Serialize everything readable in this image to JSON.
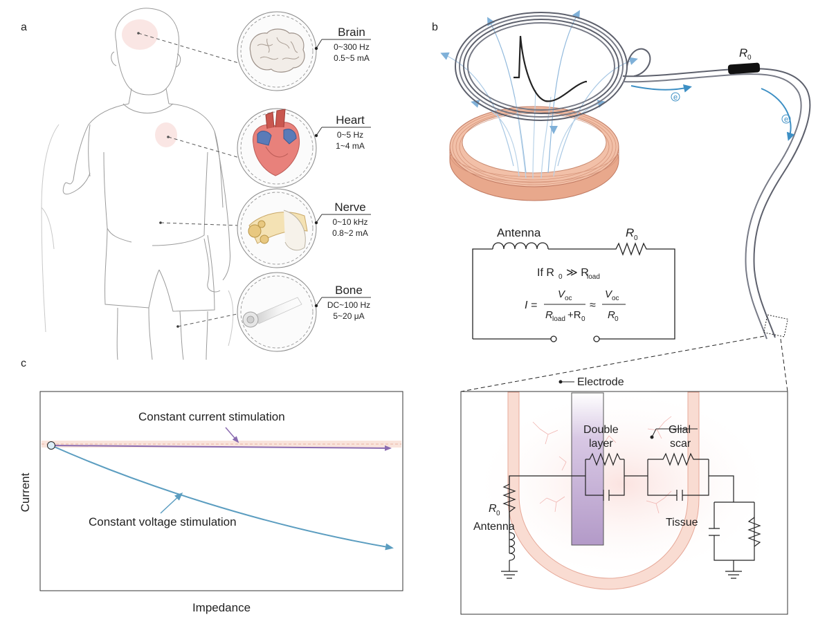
{
  "panels": {
    "a": "a",
    "b": "b",
    "c": "c"
  },
  "organs": [
    {
      "name": "Brain",
      "freq": "0~300 Hz",
      "amp": "0.5~5 mA"
    },
    {
      "name": "Heart",
      "freq": "0~5 Hz",
      "amp": "1~4 mA"
    },
    {
      "name": "Nerve",
      "freq": "0~10 kHz",
      "amp": "0.8~2 mA"
    },
    {
      "name": "Bone",
      "freq": "DC~100 Hz",
      "amp": "5~20 μA"
    }
  ],
  "coil": {
    "resistor_label": "R",
    "resistor_sub": "0",
    "electron": "e"
  },
  "circuit_b": {
    "antenna": "Antenna",
    "r0": "R",
    "r0_sub": "0",
    "cond_if": "If R",
    "cond_sub0": "0",
    "cond_much": "≫ R",
    "cond_subload": "load",
    "eq_i": "I =",
    "eq_voc": "V",
    "eq_voc_sub": "oc",
    "eq_rload": "R",
    "eq_rload_sub": "load",
    "eq_plus": "+R",
    "eq_plus_sub": "0",
    "eq_approx": "≈",
    "eq_r0": "R",
    "eq_r0_sub": "0"
  },
  "panel_c": {
    "ylabel": "Current",
    "xlabel": "Impedance",
    "constant_current": "Constant current stimulation",
    "constant_voltage": "Constant voltage stimulation"
  },
  "interface": {
    "electrode": "Electrode",
    "double_layer_1": "Double",
    "double_layer_2": "layer",
    "glial_1": "Glial",
    "glial_2": "scar",
    "tissue": "Tissue",
    "r0": "R",
    "r0_sub": "0",
    "antenna": "Antenna"
  },
  "colors": {
    "purple": "#8a6bb0",
    "blue": "#5b9dc0",
    "coil_copper": "#e8a88c",
    "wire": "#666a75",
    "pink_band": "#f6d2c8"
  }
}
